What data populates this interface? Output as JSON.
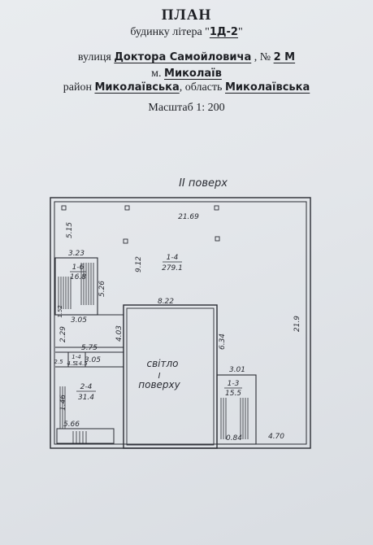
{
  "header": {
    "title": "ПЛАН",
    "building_prefix": "будинку літера \"",
    "building_letter": "1Д-2",
    "building_suffix": "\"",
    "street_prefix": "вулиця",
    "street_name": "Доктора Самойловича",
    "number_prefix": ", №",
    "number": "2 М",
    "city_prefix": "м.",
    "city": "Миколаїв",
    "district_prefix": "район",
    "district": "Миколаївська",
    "region_prefix": ", область",
    "region": "Миколаївська",
    "scale": "Масштаб 1: 200"
  },
  "plan": {
    "floor_label": "ІІ поверх",
    "dimensions": {
      "total_width": "21.69",
      "total_height": "21.9",
      "left_top_vertical": "5.15",
      "stair_left_width": "3.23",
      "light_width": "8.22",
      "dim_912": "9.12",
      "dim_926": "5.26",
      "dim_305_top": "3.05",
      "dim_229": "2.29",
      "dim_403": "4.03",
      "dim_634": "6.34",
      "dim_575": "5.75",
      "dim_305_mid": "3.05",
      "dim_146": "1.46",
      "dim_566": "5.66",
      "dim_301": "3.01",
      "dim_094": "0.84",
      "dim_470": "4.70",
      "dim_152": "1.52",
      "dim_25": "2.5"
    },
    "rooms": {
      "main_id": "1-4",
      "main_area": "279.1",
      "stair_left_id": "1-6",
      "stair_left_area": "16.8",
      "small_id": "1-4",
      "small_area": "4.5",
      "small_area2": "14.5",
      "lower_left_id": "2-4",
      "lower_left_area": "31.4",
      "light_text1": "світло",
      "light_text2": "І",
      "light_text3": "поверху",
      "stair_right_id": "1-3",
      "stair_right_area": "15.5"
    }
  }
}
